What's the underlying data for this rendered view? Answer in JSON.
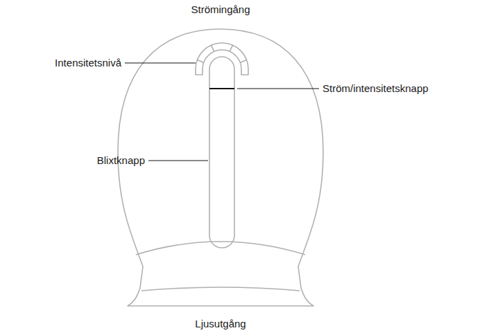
{
  "diagram": {
    "labels": [
      "Strömingång",
      "Intensitetsnivå",
      "Ström/intensitetsknapp",
      "Blixtknapp",
      "Ljusutgång"
    ]
  }
}
